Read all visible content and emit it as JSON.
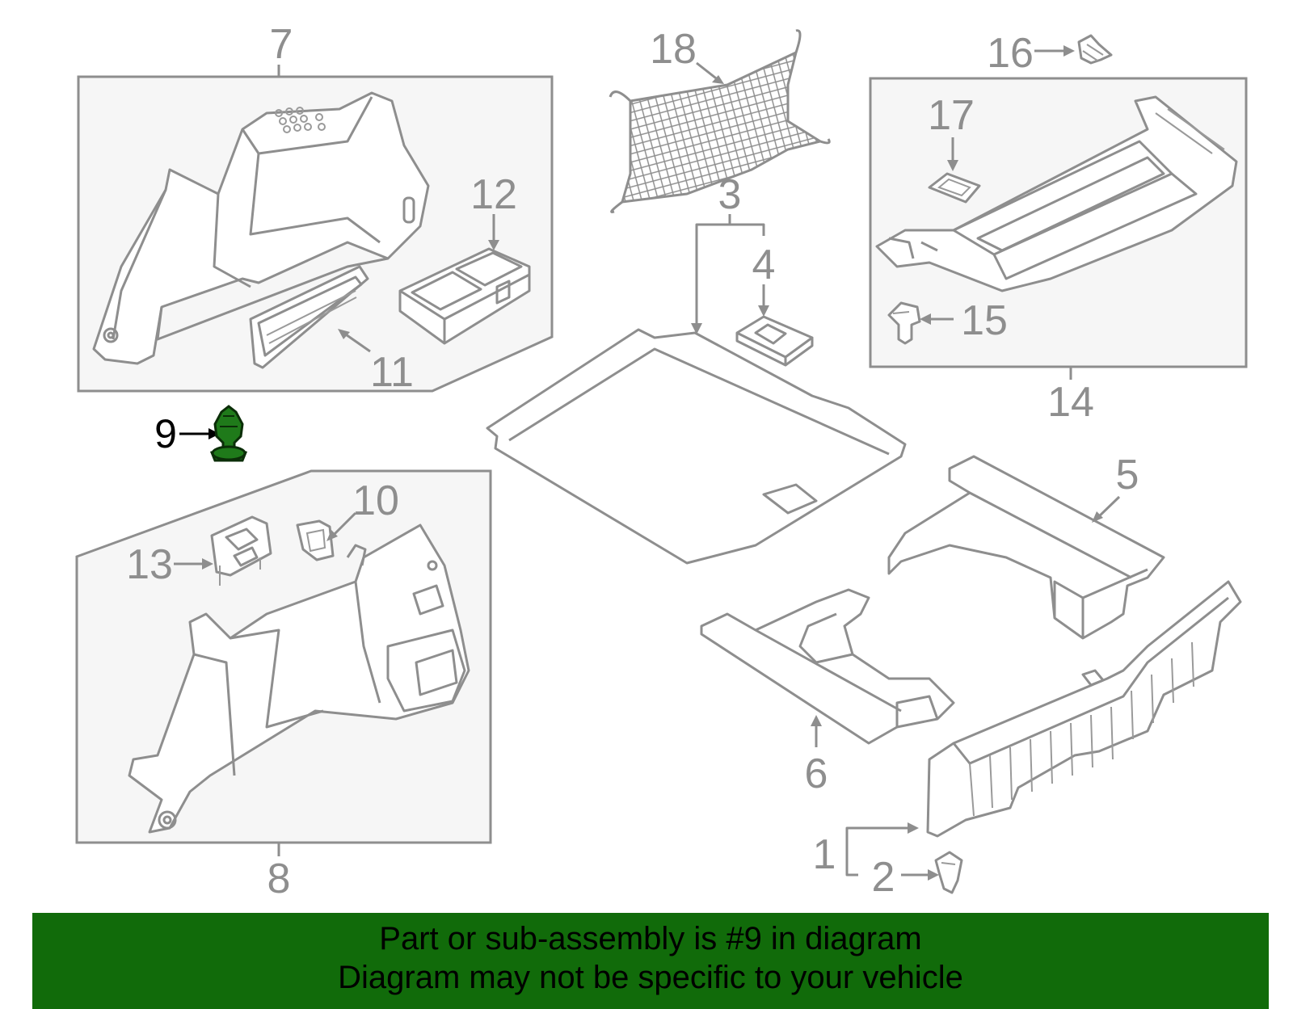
{
  "callouts": {
    "n1": "1",
    "n2": "2",
    "n3": "3",
    "n4": "4",
    "n5": "5",
    "n6": "6",
    "n7": "7",
    "n8": "8",
    "n9": "9",
    "n10": "10",
    "n11": "11",
    "n12": "12",
    "n13": "13",
    "n14": "14",
    "n15": "15",
    "n16": "16",
    "n17": "17",
    "n18": "18"
  },
  "highlight": {
    "part": "9",
    "color": "#1f7a1a"
  },
  "banner": {
    "line1": "Part or sub-assembly is #9 in diagram",
    "line2": "Diagram may not be specific to your vehicle",
    "background": "#116b0a"
  }
}
